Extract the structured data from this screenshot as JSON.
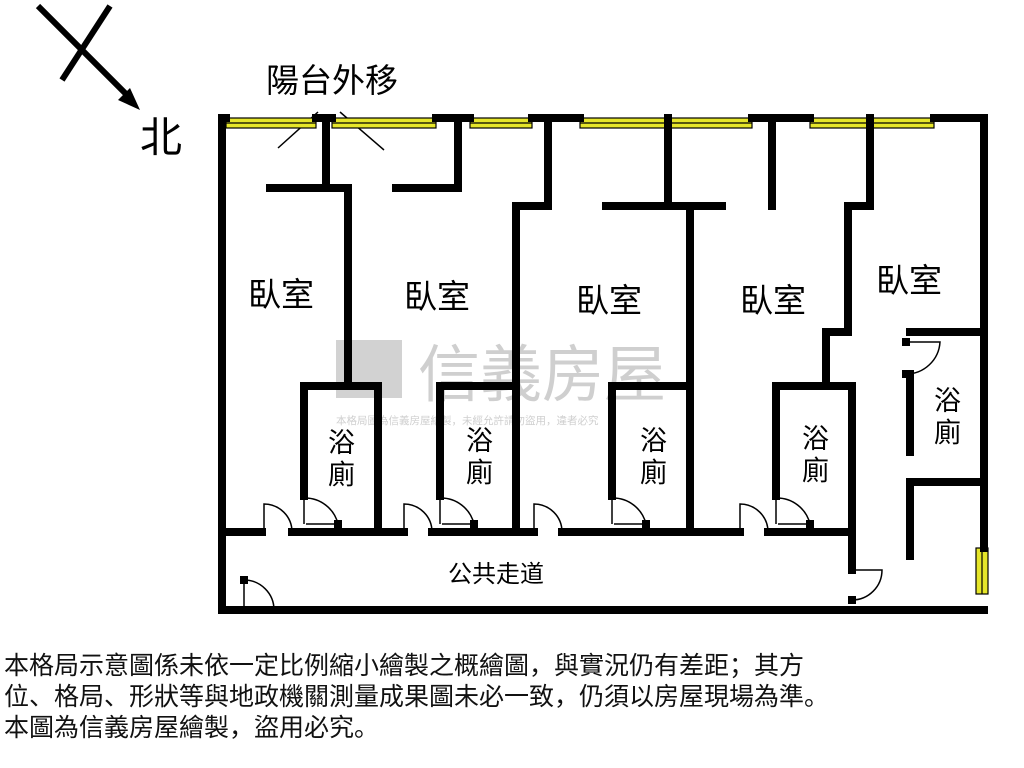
{
  "compass": {
    "north_label": "北"
  },
  "balcony_note": "陽台外移",
  "rooms": [
    {
      "label": "臥室"
    },
    {
      "label": "臥室"
    },
    {
      "label": "臥室"
    },
    {
      "label": "臥室"
    },
    {
      "label": "臥室"
    }
  ],
  "bathrooms": [
    {
      "line1": "浴",
      "line2": "廁"
    },
    {
      "line1": "浴",
      "line2": "廁"
    },
    {
      "line1": "浴",
      "line2": "廁"
    },
    {
      "line1": "浴",
      "line2": "廁"
    },
    {
      "line1": "浴",
      "line2": "廁"
    }
  ],
  "corridor_label": "公共走道",
  "watermark": {
    "brand": "信義房屋",
    "notice": "本格局圖為信義房屋繪製，未經允許請勿盜用，違者必究"
  },
  "disclaimer": {
    "line1": "本格局示意圖係未依一定比例縮小繪製之概繪圖，與實況仍有差距；其方",
    "line2": "位、格局、形狀等與地政機關測量成果圖未必一致，仍須以房屋現場為準。",
    "line3": "本圖為信義房屋繪製，盜用必究。"
  },
  "colors": {
    "wall": "#000000",
    "window_fill": "#e6e62a",
    "watermark": "#cfcfcf"
  }
}
